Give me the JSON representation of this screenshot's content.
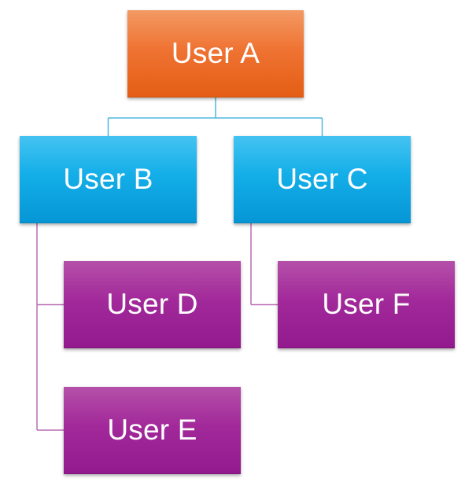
{
  "nodes": {
    "a": {
      "label": "User A"
    },
    "b": {
      "label": "User B"
    },
    "c": {
      "label": "User C"
    },
    "d": {
      "label": "User D"
    },
    "e": {
      "label": "User E"
    },
    "f": {
      "label": "User F"
    }
  },
  "colors": {
    "root": "#ef7333",
    "level2": "#13aee8",
    "level3": "#a2299a",
    "connector_top": "#4fb7dc",
    "connector_children": "#b86eb4"
  }
}
